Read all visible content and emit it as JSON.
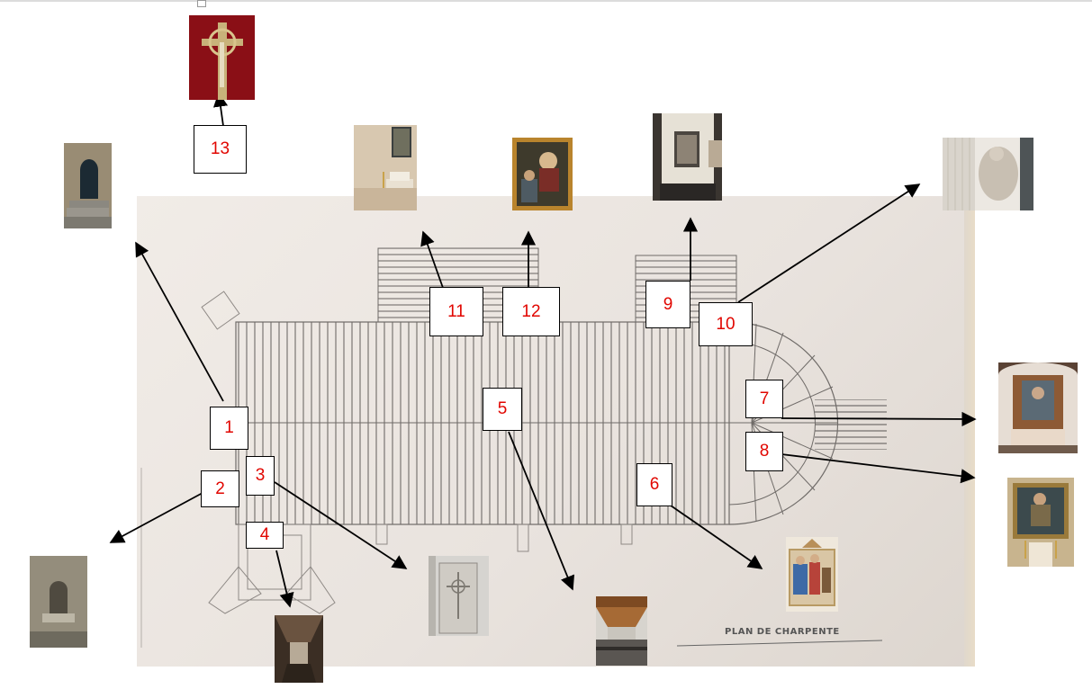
{
  "plan": {
    "caption": "PLAN DE CHARPENTE"
  },
  "labels": {
    "n1": "1",
    "n2": "2",
    "n3": "3",
    "n4": "4",
    "n5": "5",
    "n6": "6",
    "n7": "7",
    "n8": "8",
    "n9": "9",
    "n10": "10",
    "n11": "11",
    "n12": "12",
    "n13": "13"
  },
  "colors": {
    "label_text": "#e10600",
    "plan_bg": "#ece6e1",
    "truss_line": "#7a7673"
  },
  "photos": [
    "crucifix",
    "church-doorway",
    "wall-niche-fountain",
    "tombstone-slab",
    "nave-ceiling-interior",
    "bell-tower-interior",
    "painting-virgin-saints",
    "side-altar-window",
    "retable-altar",
    "pieta-sculpture",
    "main-altar-retable",
    "altar-painting-saint",
    "stations-of-the-cross-painting"
  ]
}
